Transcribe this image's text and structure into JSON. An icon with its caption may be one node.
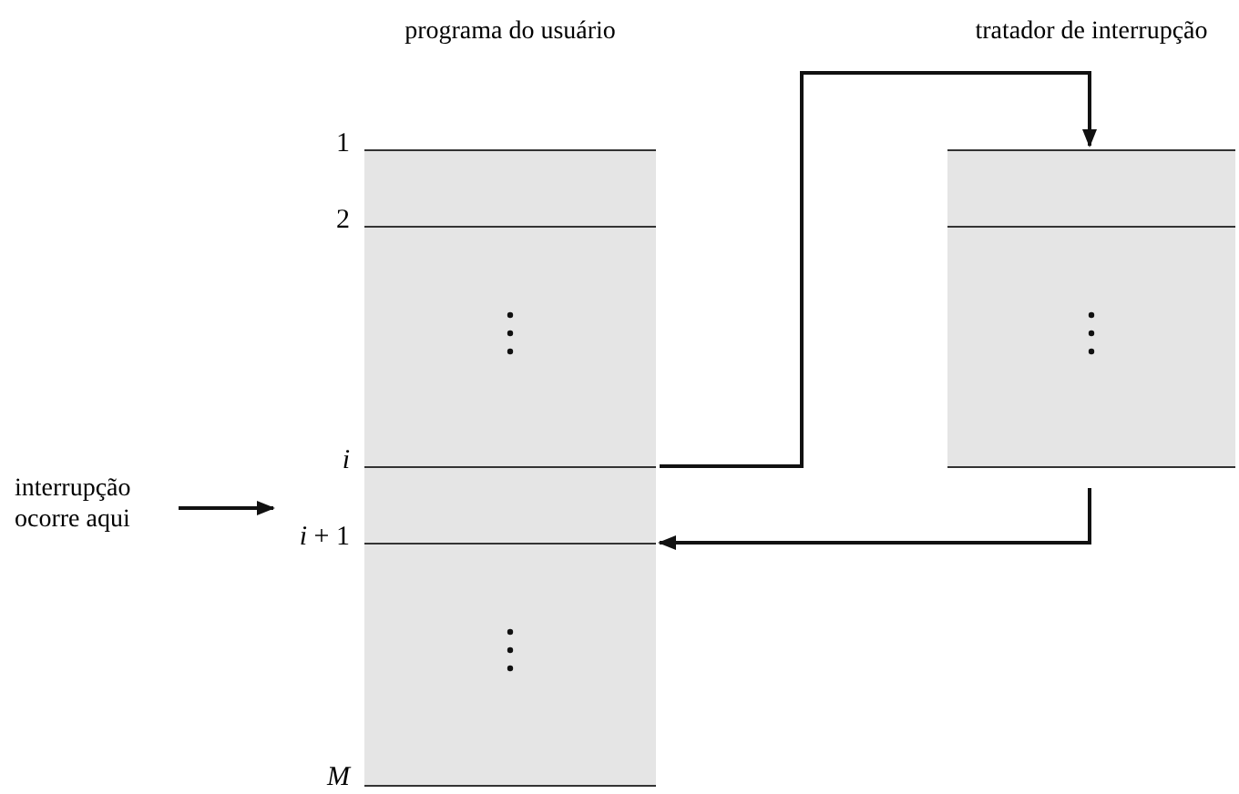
{
  "diagram": {
    "nodes": [
      {
        "text": [
          "programa do usuário"
        ]
      },
      {
        "text": [
          "tratador de interrupção"
        ]
      },
      {
        "text": [
          "interrupção ocorre aqui"
        ]
      }
    ],
    "edges": [
      {
        "from": 0,
        "to": 1,
        "arrow": "to"
      },
      {
        "from": 1,
        "to": 0,
        "arrow": "to"
      },
      {
        "from": 2,
        "to": 0,
        "arrow": "to"
      }
    ],
    "labels": [
      "1",
      "2",
      "i",
      "*i* + 1",
      "M"
    ]
  }
}
